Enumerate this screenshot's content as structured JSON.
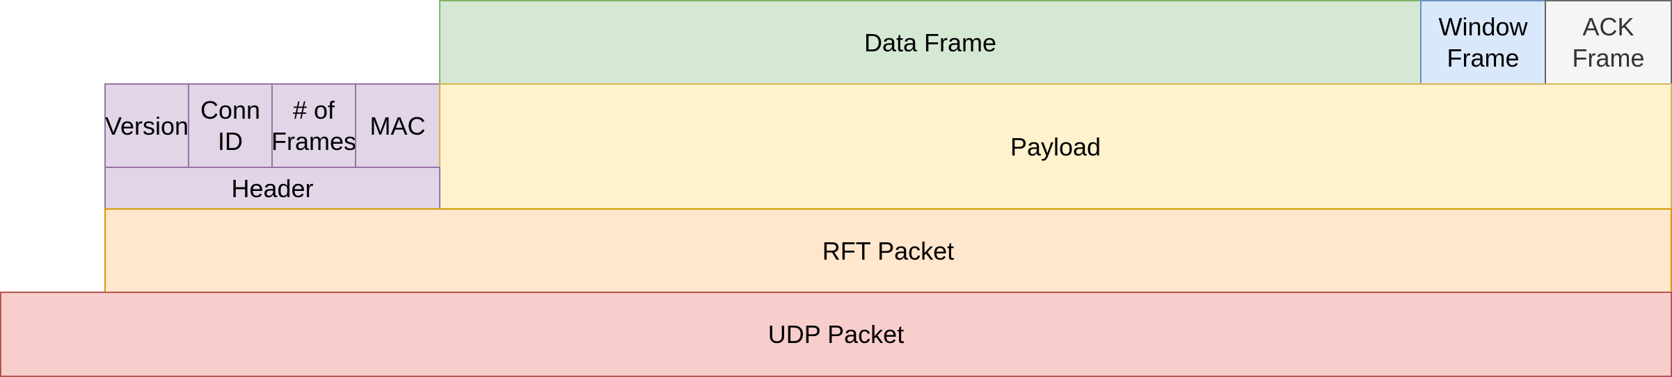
{
  "diagram": {
    "layers": {
      "frames": {
        "data_frame": "Data Frame",
        "window_frame": "Window\nFrame",
        "ack_frame": "ACK\nFrame"
      },
      "header_fields": {
        "version": "Version",
        "conn_id": "Conn\nID",
        "num_frames": "# of\nFrames",
        "mac": "MAC"
      },
      "header": "Header",
      "payload": "Payload",
      "rft_packet": "RFT Packet",
      "udp_packet": "UDP Packet"
    },
    "colors": {
      "purple_fill": "#e1d5e7",
      "purple_stroke": "#9673a6",
      "green_fill": "#d5e8d4",
      "green_stroke": "#82b366",
      "blue_fill": "#dae8fc",
      "blue_stroke": "#6c8ebf",
      "grey_fill": "#f5f5f5",
      "grey_stroke": "#666666",
      "yellow_fill": "#fff2cc",
      "yellow_stroke": "#d6b656",
      "orange_fill": "#ffe6cc",
      "orange_stroke": "#d79b00",
      "red_fill": "#f8cecc",
      "red_stroke": "#b85450"
    }
  }
}
